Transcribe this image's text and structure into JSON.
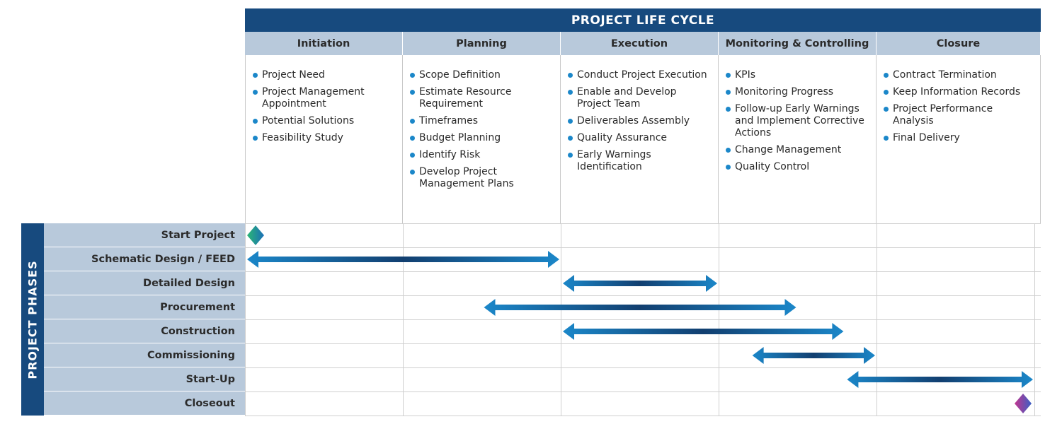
{
  "header": {
    "title": "PROJECT LIFE CYCLE"
  },
  "stages": [
    {
      "name": "Initiation",
      "items": [
        "Project Need",
        "Project Management Appointment",
        "Potential Solutions",
        "Feasibility Study"
      ]
    },
    {
      "name": "Planning",
      "items": [
        "Scope Definition",
        "Estimate Resource Requirement",
        "Timeframes",
        "Budget Planning",
        "Identify Risk",
        "Develop Project Management Plans"
      ]
    },
    {
      "name": "Execution",
      "items": [
        "Conduct Project Execution",
        "Enable and Develop Project Team",
        "Deliverables Assembly",
        "Quality Assurance",
        "Early Warnings Identification"
      ]
    },
    {
      "name": "Monitoring & Controlling",
      "items": [
        "KPIs",
        "Monitoring Progress",
        "Follow-up Early Warnings and Implement Corrective Actions",
        "Change Management",
        "Quality Control"
      ]
    },
    {
      "name": "Closure",
      "items": [
        "Contract Termination",
        "Keep Information Records",
        "Project Performance Analysis",
        "Final Delivery"
      ]
    }
  ],
  "side_label": "PROJECT PHASES",
  "phases": [
    {
      "name": "Start Project",
      "type": "milestone",
      "at": 0.0
    },
    {
      "name": "Schematic Design / FEED",
      "type": "span",
      "start": 0.0,
      "end": 2.0
    },
    {
      "name": "Detailed Design",
      "type": "span",
      "start": 2.0,
      "end": 3.0
    },
    {
      "name": "Procurement",
      "type": "span",
      "start": 1.5,
      "end": 3.5
    },
    {
      "name": "Construction",
      "type": "span",
      "start": 2.0,
      "end": 3.8
    },
    {
      "name": "Commissioning",
      "type": "span",
      "start": 3.2,
      "end": 4.0
    },
    {
      "name": "Start-Up",
      "type": "span",
      "start": 3.8,
      "end": 5.0
    },
    {
      "name": "Closeout",
      "type": "milestone",
      "at": 5.0
    }
  ],
  "colors": {
    "header": "#174a7e",
    "stage_header": "#b8c9db",
    "bullet": "#1b87c9",
    "arrow_light": "#1b87c9",
    "arrow_dark": "#123f70",
    "milestone_start": [
      "#2bb673",
      "#1b6fb8"
    ],
    "milestone_end": [
      "#c2358f",
      "#3a5fc4"
    ]
  }
}
